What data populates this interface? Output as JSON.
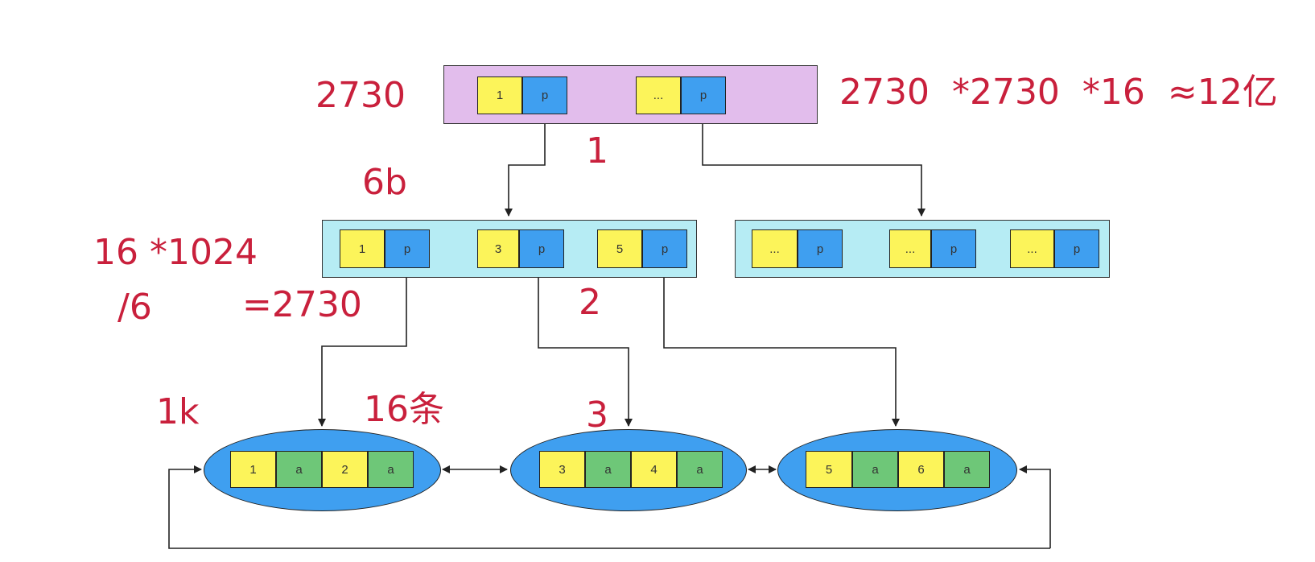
{
  "colors": {
    "root_fill": "#e2bdec",
    "internal_fill": "#b6ecf4",
    "key_fill": "#fcf45a",
    "pointer_fill": "#3f9ff0",
    "data_fill": "#6ec778",
    "leaf_fill": "#3f9ff0",
    "annotation": "#c9203c",
    "line": "#222222"
  },
  "root": {
    "entries": [
      {
        "key": "1",
        "ptr": "p"
      },
      {
        "key": "...",
        "ptr": "p"
      }
    ]
  },
  "internal_left": {
    "entries": [
      {
        "key": "1",
        "ptr": "p"
      },
      {
        "key": "3",
        "ptr": "p"
      },
      {
        "key": "5",
        "ptr": "p"
      }
    ]
  },
  "internal_right": {
    "entries": [
      {
        "key": "...",
        "ptr": "p"
      },
      {
        "key": "...",
        "ptr": "p"
      },
      {
        "key": "...",
        "ptr": "p"
      }
    ]
  },
  "leaves": [
    {
      "cells": [
        "1",
        "a",
        "2",
        "a"
      ]
    },
    {
      "cells": [
        "3",
        "a",
        "4",
        "a"
      ]
    },
    {
      "cells": [
        "5",
        "a",
        "6",
        "a"
      ]
    }
  ],
  "annotations": {
    "root_count": "2730",
    "total_estimate": "2730  *2730  *16  ≈12亿",
    "level_1": "1",
    "key_pointer_size": "6b",
    "page_calc_line1": "16 *1024",
    "page_calc_line2": "/6",
    "page_calc_result": "=2730",
    "level_2": "2",
    "row_size": "1k",
    "rows_per_leaf": "16条",
    "level_3": "3"
  }
}
